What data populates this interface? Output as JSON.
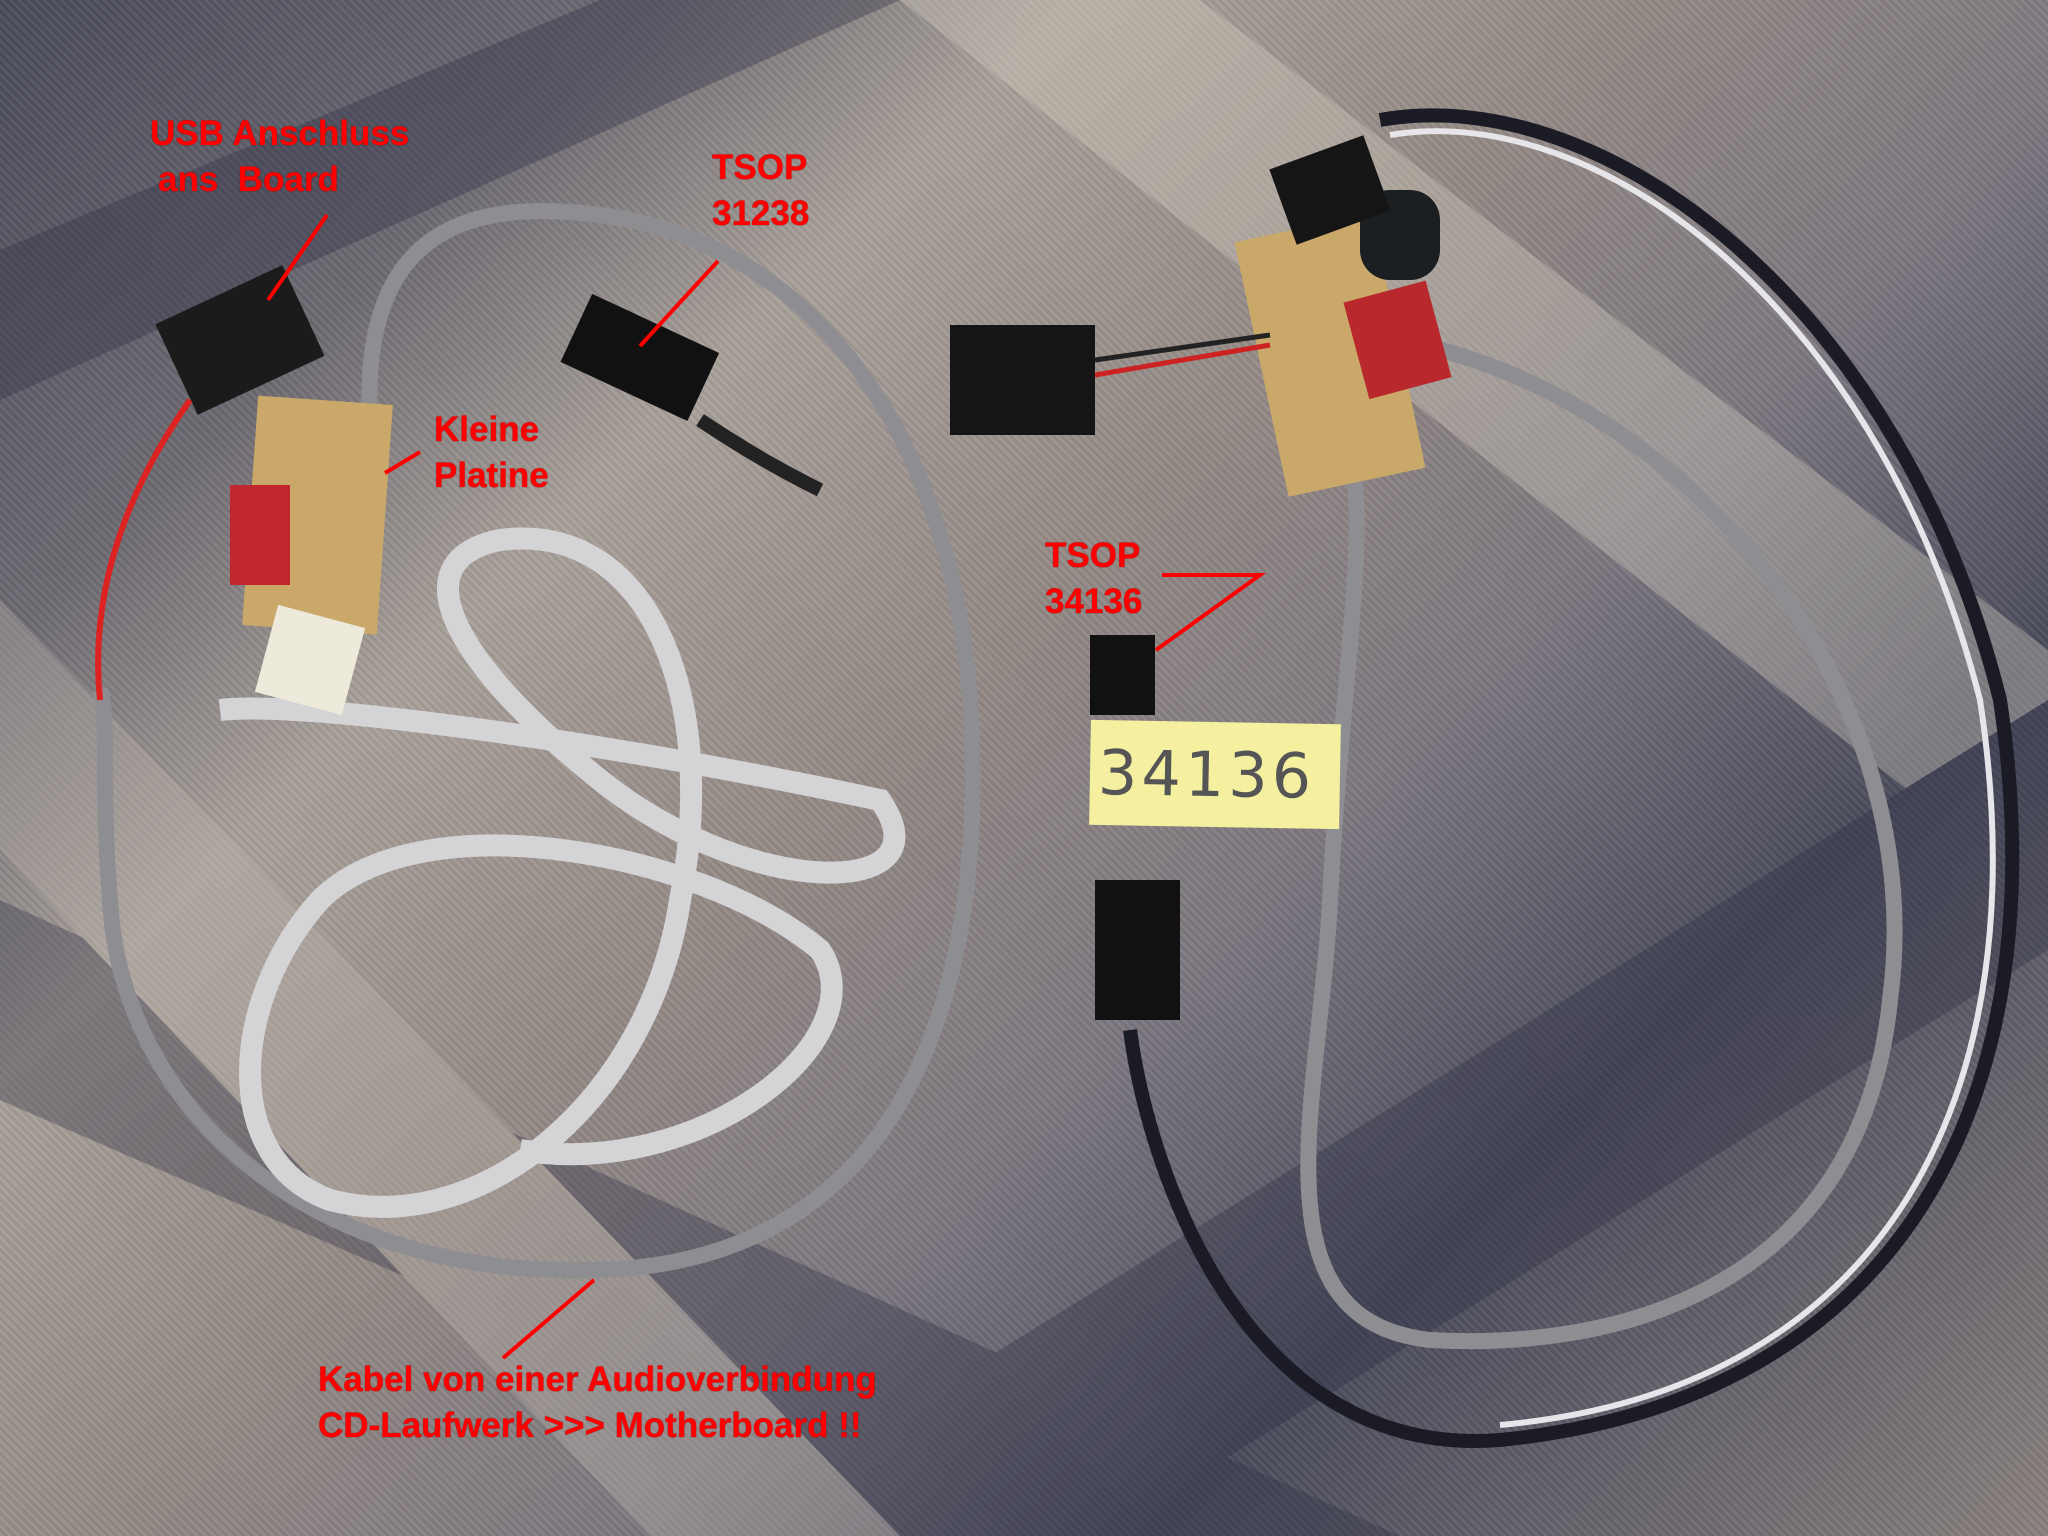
{
  "annotations": {
    "usb": {
      "line1": "USB Anschluss",
      "line2": "ans  Board"
    },
    "tsop1": {
      "line1": "TSOP",
      "line2": "31238"
    },
    "platine": {
      "line1": "Kleine",
      "line2": "Platine"
    },
    "tsop2": {
      "line1": "TSOP",
      "line2": "34136"
    },
    "kabel": {
      "line1": "Kabel von einer Audioverbindung",
      "line2": "CD-Laufwerk >>> Motherboard !!"
    }
  },
  "sticker_text": "34136",
  "colors": {
    "annotation": "#ff0000"
  }
}
